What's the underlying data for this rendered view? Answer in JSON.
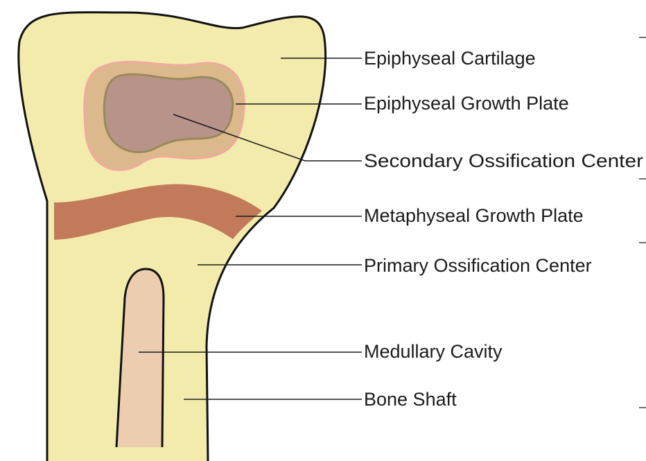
{
  "labels": {
    "epiphyseal_cartilage": "Epiphyseal Cartilage",
    "epiphyseal_growth_plate": "Epiphyseal Growth Plate",
    "secondary_ossification_center": "Secondary Ossification Center",
    "metaphyseal_growth_plate": "Metaphyseal Growth Plate",
    "primary_ossification_center": "Primary Ossification Center",
    "medullary_cavity": "Medullary Cavity",
    "bone_shaft": "Bone Shaft"
  },
  "colors": {
    "cartilage": "#f3ebab",
    "growth_plate_ring": "#dcb98c",
    "growth_plate_border": "#f0aaa0",
    "secondary_center": "#b8938a",
    "secondary_center_border": "#9a8a5a",
    "metaphyseal_band": "#c27a5a",
    "medullary_cavity": "#edcdb0",
    "outline": "#111111"
  }
}
